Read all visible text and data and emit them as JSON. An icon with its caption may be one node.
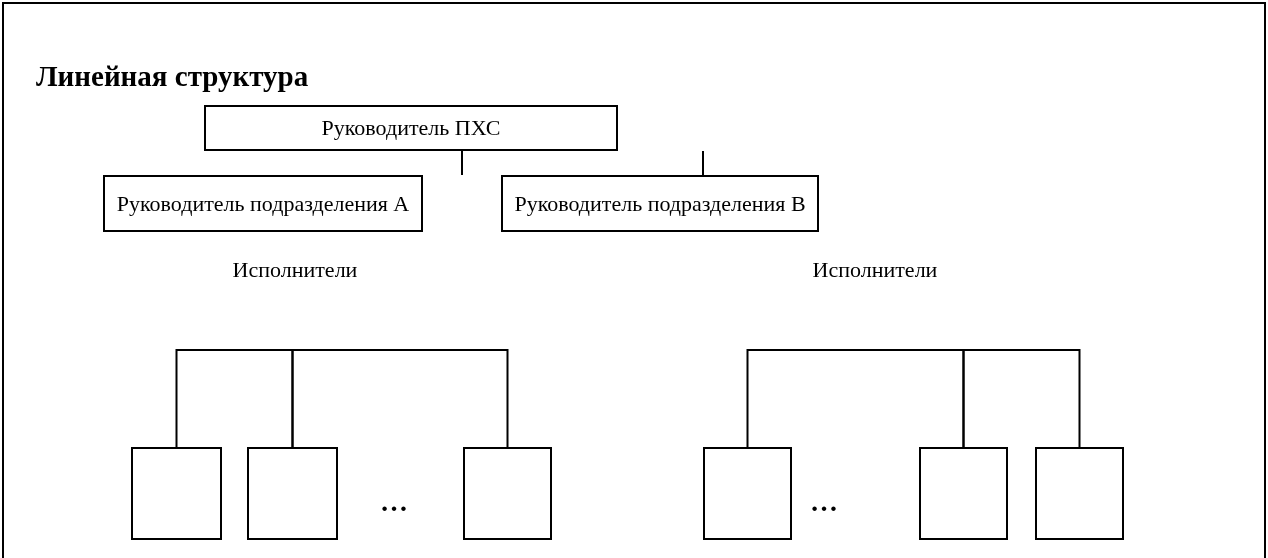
{
  "diagram": {
    "title": "Линейная структура",
    "nodes": [
      {
        "text": [
          "Руководитель ПХС"
        ]
      },
      {
        "text": [
          "Руководитель подразделения А"
        ]
      },
      {
        "text": [
          "Руководитель подразделения В"
        ]
      },
      {
        "text": [
          "Исполнители"
        ]
      },
      {
        "text": [
          "Исполнители"
        ]
      },
      {
        "text": [],
        "shape": "box"
      },
      {
        "text": [],
        "shape": "box"
      },
      {
        "text": [],
        "shape": "box"
      },
      {
        "text": [],
        "shape": "box"
      },
      {
        "text": [],
        "shape": "box"
      },
      {
        "text": [],
        "shape": "box"
      }
    ],
    "edges": [
      {
        "from": 0,
        "to": null,
        "arrow": "none"
      },
      {
        "from": null,
        "to": 2,
        "arrow": "none"
      },
      {
        "from": 5,
        "to": 6,
        "arrow": "none"
      },
      {
        "from": 6,
        "to": 7,
        "arrow": "none"
      },
      {
        "from": 8,
        "to": 9,
        "arrow": "none"
      },
      {
        "from": 9,
        "to": 10,
        "arrow": "none"
      }
    ],
    "labels": [
      "…",
      "…"
    ]
  }
}
